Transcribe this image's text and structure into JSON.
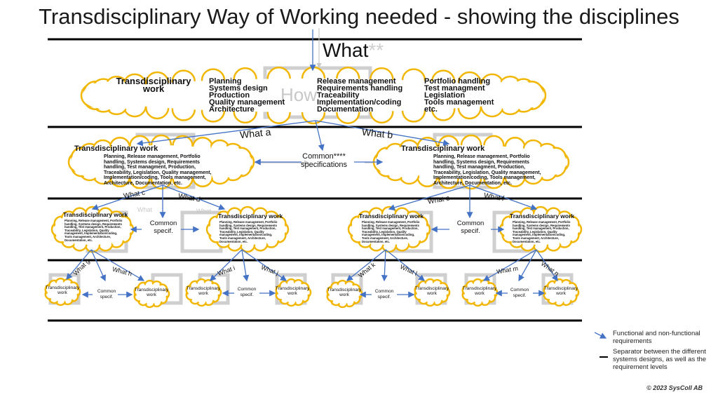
{
  "title": "Transdisciplinary Way of Working needed - showing the disciplines",
  "top_what": "What",
  "top_what_suffix": "**",
  "ghost_how": "How",
  "top_cloud": {
    "title": "Transdisciplinary work",
    "col1": [
      "Planning",
      "Systems design",
      "Production",
      "Quality management",
      "Architecture"
    ],
    "col2": [
      "Release management",
      "Requirements handling",
      "Traceability",
      "Implementation/coding",
      "Documentation"
    ],
    "col3": [
      "Portfolio handling",
      "Test managment",
      "Legislation",
      "Tools management",
      "etc."
    ]
  },
  "level2": {
    "what_a": "What a",
    "what_b": "What b",
    "common_line1": "Common****",
    "common_line2": "specifications",
    "cloud_title": "Transdisciplinary work",
    "cloud_body": "Planning, Release management, Portfolio handling, Systems design, Requirements handling, Test managment, Production, Traceability, Legislation, Quality management, Implementation/coding, Tools management, Architecture, Documentation, etc."
  },
  "level3": {
    "labels": [
      "What c",
      "What d",
      "What e",
      "What f"
    ],
    "common_line1": "Common",
    "common_line2": "specif.",
    "cloud_title": "Transdisciplinary work",
    "cloud_body": "Planning, Release management, Portfolio handling, Systems design, Requirements handling, Test management, Production, Traceability, Legislation, Quality management, Implementation/coding, Tools management, Architecture, Documentation, etc.",
    "ghost_what": "What"
  },
  "level4": {
    "labels": [
      "What g",
      "What h",
      "What i",
      "What j",
      "What k",
      "What l",
      "What m",
      "What n"
    ],
    "work_line1": "Transdisciplinary",
    "work_line2": "work",
    "common_line1": "Common",
    "common_line2": "specif."
  },
  "legend": {
    "arrow_text": "Functional and non-functional requirements",
    "separator_text": "Separator between the different systems designs, as well as the requirement levels"
  },
  "copyright": "© 2023 SysColl AB",
  "colors": {
    "cloud_stroke": "#f2b705",
    "arrow": "#4472c4",
    "separator": "#000000",
    "ghost": "#c8c8c8"
  }
}
